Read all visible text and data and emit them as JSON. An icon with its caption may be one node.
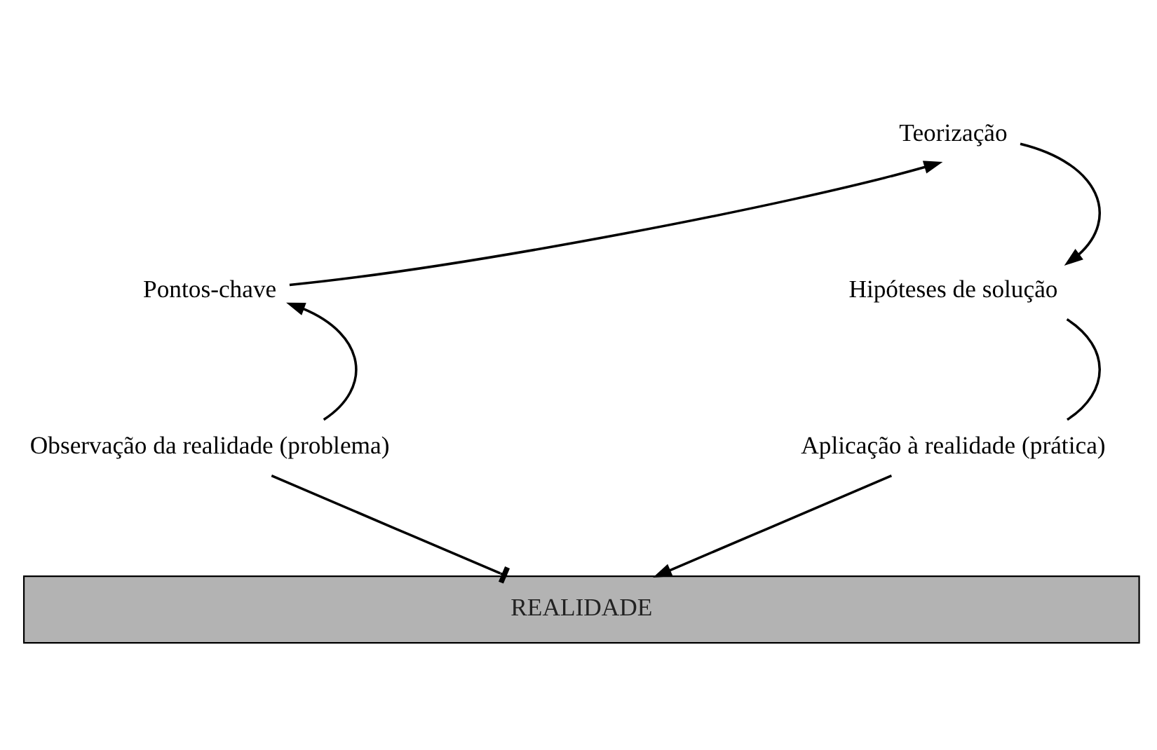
{
  "diagram": {
    "nodes": [
      {
        "text": [
          "Teorização"
        ]
      },
      {
        "text": [
          "Pontos-chave"
        ]
      },
      {
        "text": [
          "Hipóteses de solução"
        ]
      },
      {
        "text": [
          "Observação da realidade (problema)"
        ]
      },
      {
        "text": [
          "Aplicação à realidade (prática)"
        ]
      },
      {
        "text": [
          "REALIDADE"
        ]
      }
    ],
    "edges": [
      {
        "from": 3,
        "to": 1,
        "arrow": "to"
      },
      {
        "from": 1,
        "to": 0,
        "arrow": "to"
      },
      {
        "from": 0,
        "to": 2,
        "arrow": "to"
      },
      {
        "from": 2,
        "to": 4,
        "arrow": "none"
      },
      {
        "from": 4,
        "to": 5,
        "arrow": "to"
      },
      {
        "from": 3,
        "to": 5,
        "arrow": "other"
      }
    ]
  }
}
